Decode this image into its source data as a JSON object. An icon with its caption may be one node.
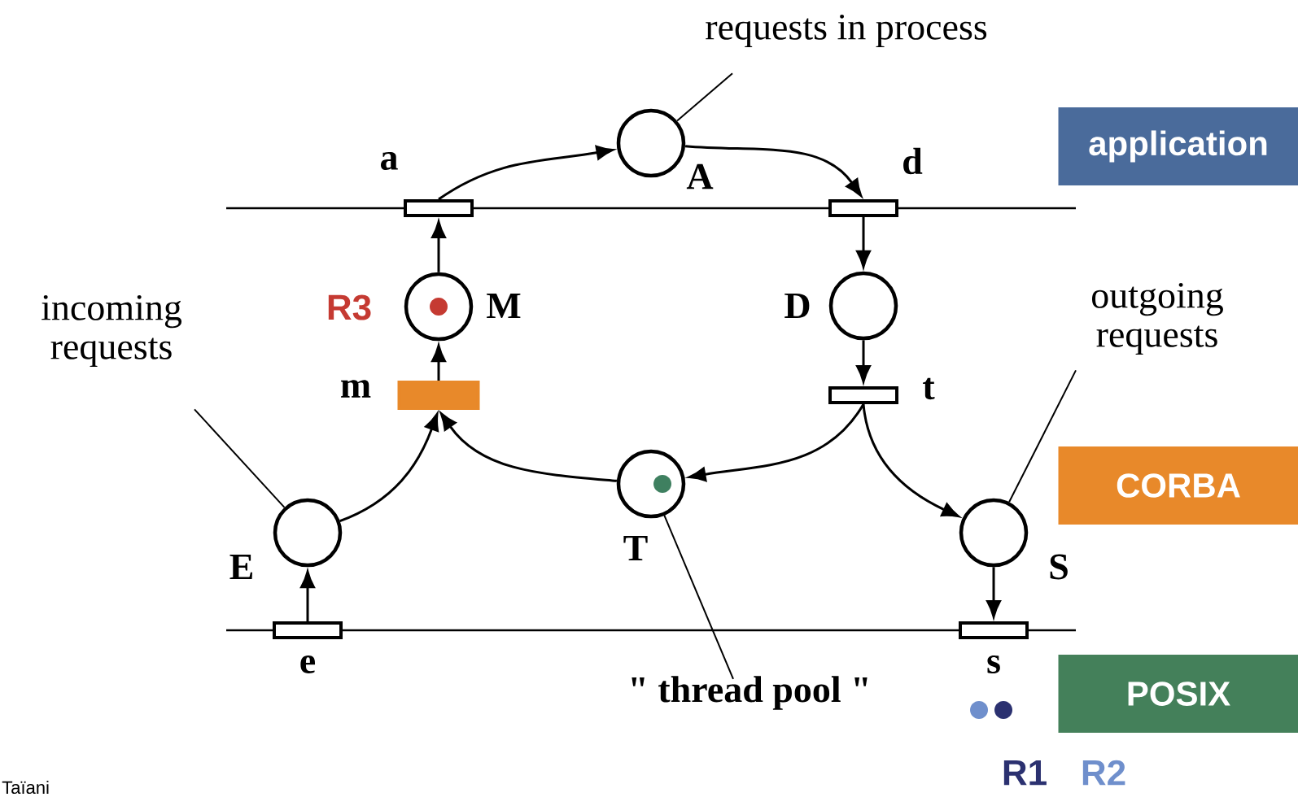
{
  "diagram": {
    "nodes": [
      {
        "text": [],
        "shape": "bar",
        "beside": [
          "a"
        ]
      },
      {
        "text": [],
        "shape": "circle",
        "beside": [
          "A"
        ]
      },
      {
        "text": [],
        "shape": "bar",
        "beside": [
          "d"
        ]
      },
      {
        "text": [],
        "shape": "circle",
        "beside": [
          "M"
        ]
      },
      {
        "text": [],
        "shape": "circle",
        "beside": [
          "D"
        ]
      },
      {
        "text": [],
        "shape": "bar",
        "beside": [
          "m"
        ]
      },
      {
        "text": [],
        "shape": "bar",
        "beside": [
          "t"
        ]
      },
      {
        "text": [],
        "shape": "circle",
        "beside": [
          "E"
        ]
      },
      {
        "text": [],
        "shape": "circle",
        "beside": [
          "T"
        ]
      },
      {
        "text": [],
        "shape": "circle",
        "beside": [
          "S"
        ]
      },
      {
        "text": [],
        "shape": "bar",
        "beside": [
          "e"
        ]
      },
      {
        "text": [],
        "shape": "bar",
        "beside": [
          "s"
        ]
      },
      {
        "text": [
          "requests in process"
        ]
      },
      {
        "text": [
          "incoming requests"
        ]
      },
      {
        "text": [
          "outgoing requests"
        ]
      },
      {
        "text": [
          "\" thread pool \""
        ]
      },
      {
        "text": [
          "application"
        ]
      },
      {
        "text": [
          "CORBA"
        ]
      },
      {
        "text": [
          "POSIX"
        ]
      }
    ],
    "edges": [
      {
        "from": 0,
        "to": 1,
        "arrow": "to"
      },
      {
        "from": 1,
        "to": 2,
        "arrow": "to"
      },
      {
        "from": 2,
        "to": 4,
        "arrow": "to"
      },
      {
        "from": 4,
        "to": 6,
        "arrow": "to"
      },
      {
        "from": 6,
        "to": 8,
        "arrow": "to"
      },
      {
        "from": 6,
        "to": 9,
        "arrow": "to"
      },
      {
        "from": 8,
        "to": 5,
        "arrow": "to"
      },
      {
        "from": 5,
        "to": 3,
        "arrow": "to"
      },
      {
        "from": 3,
        "to": 0,
        "arrow": "to"
      },
      {
        "from": 7,
        "to": 5,
        "arrow": "to"
      },
      {
        "from": 10,
        "to": 7,
        "arrow": "to"
      },
      {
        "from": 9,
        "to": 11,
        "arrow": "to"
      },
      {
        "from": 12,
        "to": 1,
        "arrow": "none"
      },
      {
        "from": 13,
        "to": 7,
        "arrow": "none"
      },
      {
        "from": 14,
        "to": 9,
        "arrow": "none"
      },
      {
        "from": 15,
        "to": 8,
        "arrow": "none"
      }
    ],
    "labels": [
      "R3",
      "R1",
      "R2",
      "Taïani"
    ]
  }
}
